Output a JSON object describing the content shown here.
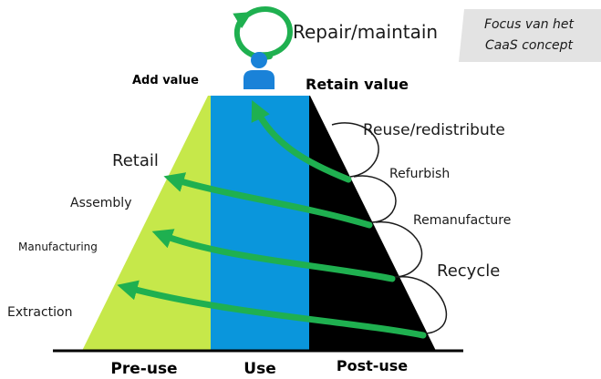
{
  "labels": {
    "repair_maintain": "Repair/maintain",
    "focus_note_line1": "Focus van het",
    "focus_note_line2": "CaaS concept",
    "add_value": "Add value",
    "retain_value": "Retain value",
    "reuse_redistribute": "Reuse/redistribute",
    "refurbish": "Refurbish",
    "remanufacture": "Remanufacture",
    "recycle": "Recycle",
    "retail": "Retail",
    "assembly": "Assembly",
    "manufacturing": "Manufacturing",
    "extraction": "Extraction",
    "pre_use": "Pre-use",
    "use": "Use",
    "post_use": "Post-use"
  },
  "colors": {
    "pre_use_zone": "#c6e84a",
    "use_zone": "#0a96dc",
    "post_use_zone": "#000000",
    "arrows": "#1fb050",
    "person_icon": "#1a82d8",
    "note_background": "#e3e3e3",
    "baseline": "#000000"
  },
  "icons": {
    "user": "user-icon",
    "repair_cycle": "circular-arrow-icon"
  }
}
